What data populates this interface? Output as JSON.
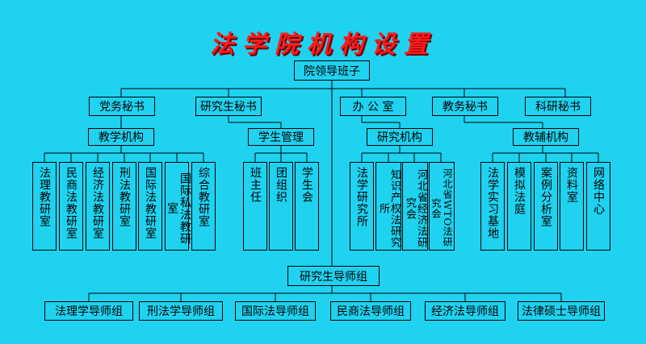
{
  "title": "法学院机构设置",
  "root": "院领导班子",
  "level1": [
    "党务秘书",
    "研究生秘书",
    "办 公 室",
    "教务秘书",
    "科研秘书"
  ],
  "groups": [
    {
      "label": "教学机构",
      "items": [
        "法理教研室",
        "民商法教研室",
        "经济法教研室",
        "刑法教研室",
        "国际法教研室",
        "国际私法教研室",
        "综合教研室"
      ]
    },
    {
      "label": "学生管理",
      "items": [
        "班主任",
        "团组织",
        "学生会"
      ]
    },
    {
      "label": "研究机构",
      "items": [
        "法学研究所",
        "知识产权法研究所",
        "河北省经济法研究会",
        "河北省WTO法研究会"
      ]
    },
    {
      "label": "教辅机构",
      "items": [
        "法学实习基地",
        "模拟法庭",
        "案例分析室",
        "资料室",
        "网络中心"
      ]
    }
  ],
  "grad_root": "研究生导师组",
  "grad_groups": [
    "法理学导师组",
    "刑法学导师组",
    "国际法导师组",
    "民商法导师组",
    "经济法导师组",
    "法律硕士导师组"
  ]
}
